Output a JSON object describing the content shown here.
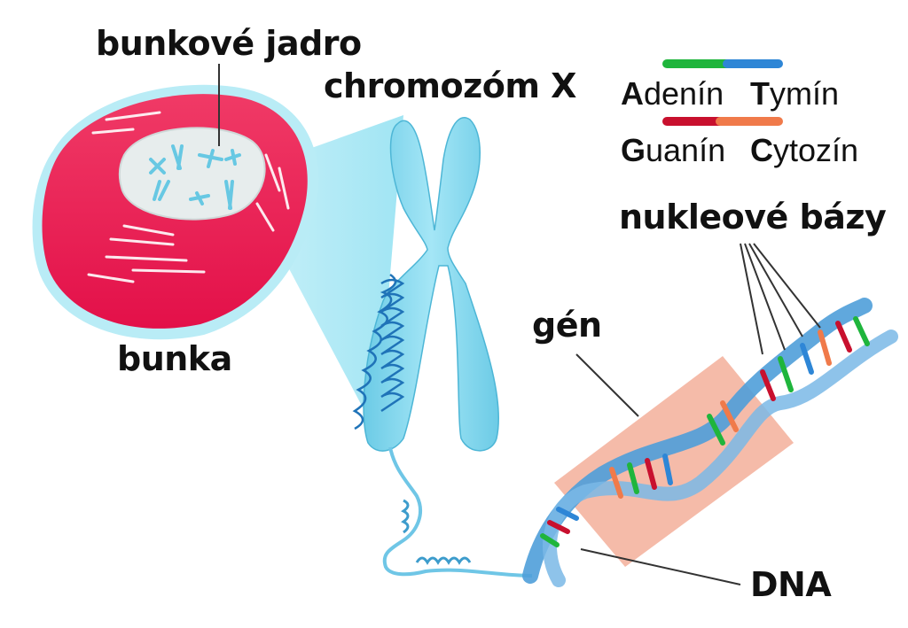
{
  "labels": {
    "nucleus": "bunkové jadro",
    "chromosome": "chromozóm X",
    "cell": "bunka",
    "gene": "gén",
    "bases": "nukleové bázy",
    "dna": "DNA"
  },
  "legend": [
    {
      "initial": "A",
      "rest": "denín",
      "color": "#1fb53c"
    },
    {
      "initial": "T",
      "rest": "ymín",
      "color": "#2e86d6"
    },
    {
      "initial": "G",
      "rest": "uanín",
      "color": "#c8102e"
    },
    {
      "initial": "C",
      "rest": "ytozín",
      "color": "#f07a4a"
    }
  ],
  "colors": {
    "cell_outer": "#e8194d",
    "cell_rim": "#9fe3f0",
    "nucleus_fill": "#e6ecec",
    "chromosome": "#7fd8ee",
    "zoom_cone": "#a6e8f4",
    "gene_box": "#f2a48c",
    "dna_backbone": "#5aa6dc"
  }
}
